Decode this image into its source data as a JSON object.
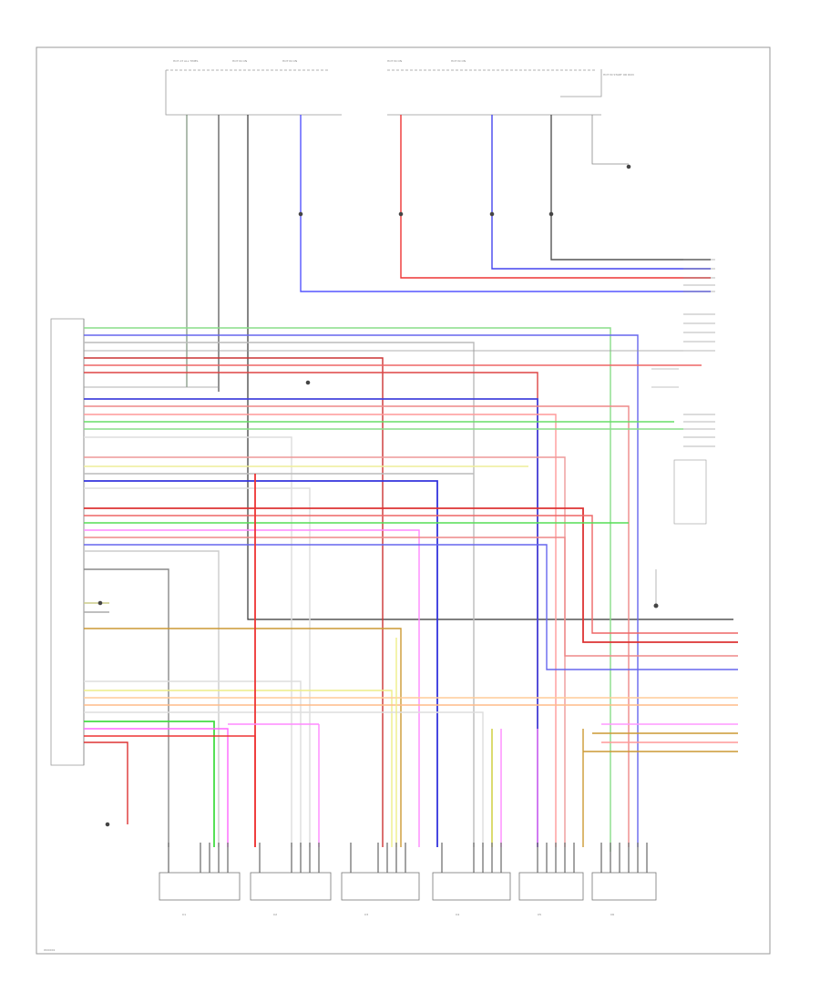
{
  "diagram": {
    "page_code": "W00001",
    "supply_labels": [
      "HOT AT ALL TIMES",
      "HOT IN ON",
      "HOT IN ON",
      "HOT IN ON",
      "HOT IN ON",
      "HOT IN START OR RUN"
    ],
    "connector_labels": [
      "C1",
      "C2",
      "C3",
      "C4",
      "C5",
      "C6"
    ]
  }
}
